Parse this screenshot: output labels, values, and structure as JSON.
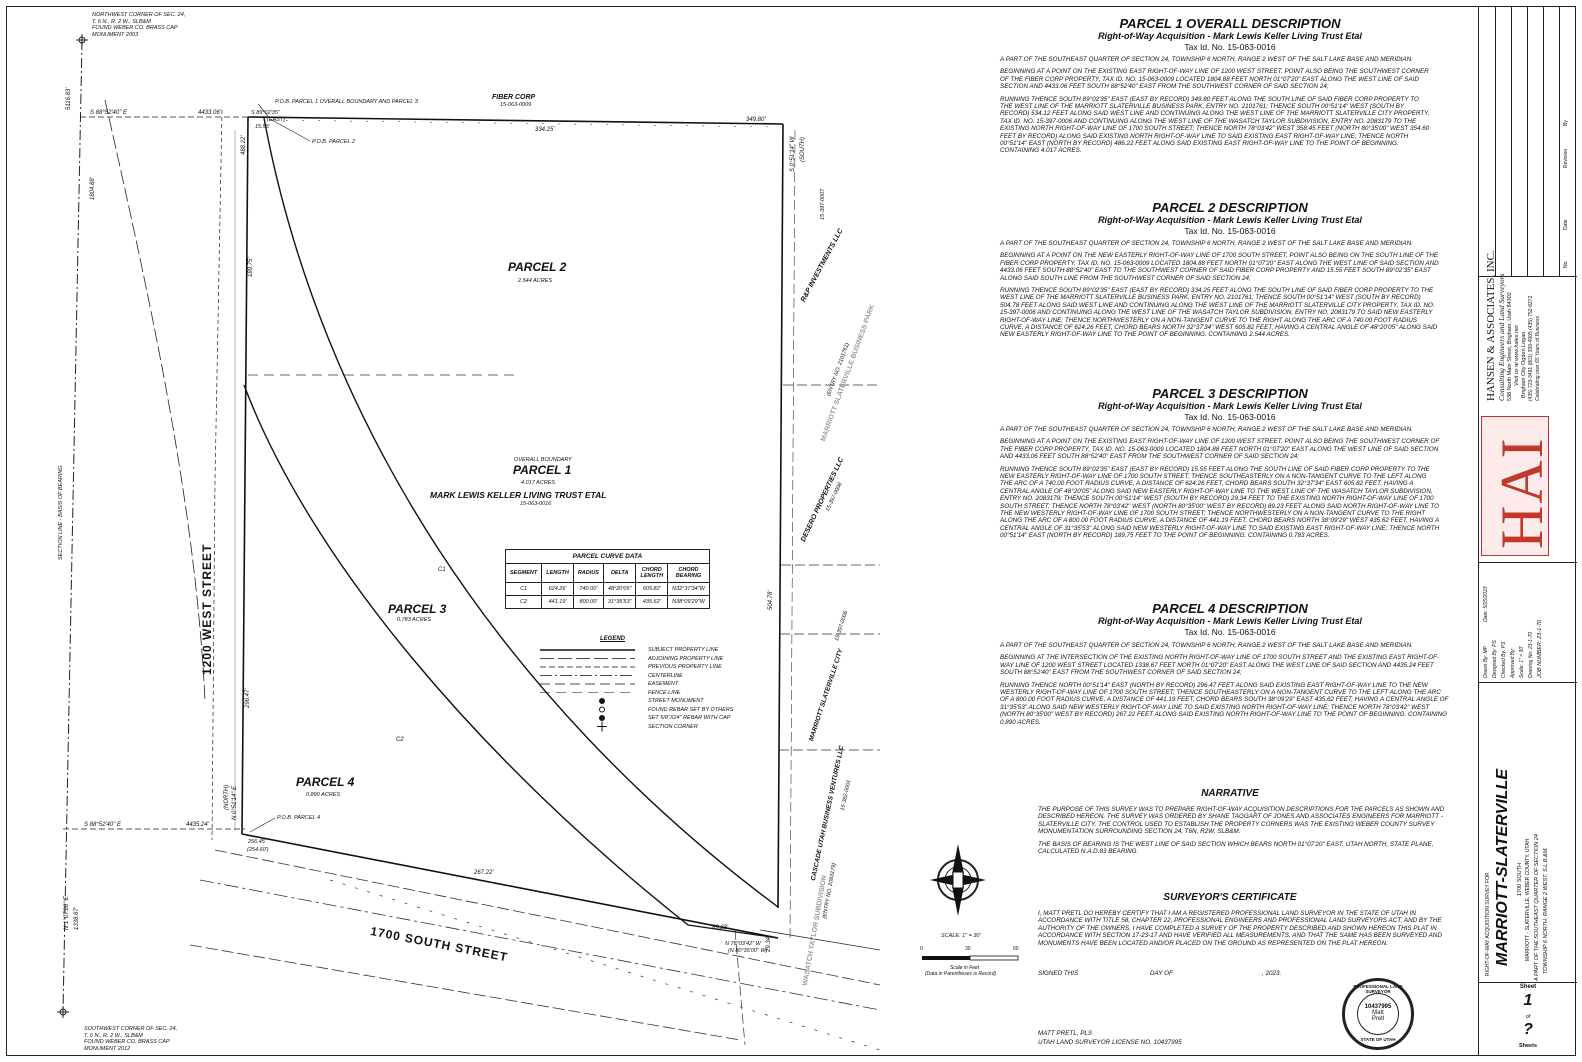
{
  "plat": {
    "nw_corner": [
      "NORTHWEST CORNER OF SEC. 24,",
      "T. 6 N., R. 2 W., SLB&M",
      "FOUND WEBER CO. BRASS CAP",
      "MONUMENT 2003"
    ],
    "sw_corner": [
      "SOUTHWEST CORNER OF SEC. 24,",
      "T. 6 N., R. 2 W., SLB&M",
      "FOUND WEBER CO. BRASS CAP",
      "MONUMENT 2012"
    ],
    "section_line": "SECTION LINE - BASIS OF BEARING",
    "dim_5116": "5116.83'",
    "dim_1804": "1804.88'",
    "dim_1338": "1338.67'",
    "bearing_sw": "N 1°07'20\" E",
    "bearing_top": "S 88°52'40\" E",
    "dim_4433": "4433.06'",
    "bearing_bottom": "S 88°52'40\" E",
    "dim_4435": "4435.24'",
    "pob1": "P.O.B. PARCEL 1 OVERALL BOUNDARY AND PARCEL 3",
    "bearing_pob": "S 89°02'35\"",
    "east": "(EAST)",
    "dim_15": "15.55'",
    "pob2": "P.O.B. PARCEL 2",
    "dim_334": "334.25'",
    "dim_349": "349.80'",
    "fiber_corp": "FIBER CORP",
    "fiber_id": "15-063-0009",
    "bearing_east": "S 0°51'14\" W",
    "south": "(SOUTH)",
    "dim_488": "488.22'",
    "dim_189": "189.75'",
    "dim_296": "296.47'",
    "north": "(NORTH)",
    "bearing_n": "N 0°51'14\" E",
    "pob4": "P.O.B. PARCEL 4",
    "dim_256": "256.45'",
    "dim_254": "(254.60')",
    "dim_267": "267.22'",
    "dim_89": "89.23'",
    "dim_29": "29.34'",
    "dim_504": "504.78'",
    "bearing_sse": "N 78°03'42\" W",
    "bearing_sse2": "(N 80°35'00\" W)",
    "street_1200": "1200 WEST STREET",
    "street_1700": "1700 SOUTH STREET",
    "parcel2": "PARCEL 2",
    "parcel2_acres": "2.544 ACRES",
    "overall": "OVERALL BOUNDARY",
    "parcel1": "PARCEL 1",
    "parcel1_acres": "4.017 ACRES",
    "owner": "MARK LEWIS KELLER LIVING TRUST ETAL",
    "owner_id": "15-063-0016",
    "parcel3": "PARCEL 3",
    "parcel3_acres": "0.783 ACRES",
    "parcel4": "PARCEL 4",
    "parcel4_acres": "0.890 ACRES",
    "c1": "C1",
    "c2": "C2",
    "adj_1": "R&P INVESTMENTS LLC",
    "adj_1_id": "15-397-0007",
    "adj_2": "MARRIOTT SLATERVILLE BUSINESS PARK",
    "adj_2b": "(ENTRY NO. 2101761)",
    "adj_3": "DESERO PROPERTIES LLC",
    "adj_3_id": "15-397-0008",
    "adj_4": "MARRIOTT SLATERVILLE CITY",
    "adj_4_id": "15-397-0006",
    "adj_5": "CASCADE UTAH BUSINESS VENTURES LLC",
    "adj_5_id": "15-382-0001",
    "adj_6": "WASATCH TAYLOR SUBDIVISION",
    "adj_6b": "(ENTRY NO. 2083179)"
  },
  "curve_table": {
    "title": "PARCEL CURVE DATA",
    "headers": [
      "SEGMENT",
      "LENGTH",
      "RADIUS",
      "DELTA",
      "CHORD LENGTH",
      "CHORD BEARING"
    ],
    "rows": [
      [
        "C1",
        "624.26'",
        "740.00'",
        "48°20'05\"",
        "605.82'",
        "N32°37'34\"W"
      ],
      [
        "C2",
        "441.19'",
        "800.00'",
        "31°35'53\"",
        "435.62'",
        "N38°09'29\"W"
      ]
    ]
  },
  "legend": {
    "title": "LEGEND",
    "items": [
      "SUBJECT PROPERTY LINE",
      "ADJOINING PROPERTY LINE",
      "PREVIOUS PROPERTY LINE",
      "CENTERLINE",
      "EASEMENT",
      "FENCE LINE",
      "STREET MONUMENT",
      "FOUND REBAR SET BY OTHERS",
      "SET 5/8\"X24\" REBAR WITH CAP",
      "SECTION CORNER"
    ]
  },
  "scale": {
    "label": "SCALE: 1\" = 30'",
    "ticks": [
      "0",
      "30",
      "60"
    ],
    "note1": "Scale in Feet",
    "note2": "(Data in Parentheses is Record)"
  },
  "parcel1": {
    "title": "PARCEL 1 OVERALL DESCRIPTION",
    "subtitle": "Right-of-Way Acquisition - Mark Lewis Keller Living Trust Etal",
    "taxid": "Tax Id. No. 15-063-0016",
    "p1": "A PART OF THE SOUTHEAST QUARTER OF SECTION 24, TOWNSHIP 6 NORTH, RANGE 2 WEST OF THE SALT LAKE BASE AND MERIDIAN.",
    "p2": "BEGINNING AT A POINT ON THE EXISTING EAST RIGHT-OF-WAY LINE OF 1200 WEST STREET, POINT ALSO BEING THE SOUTHWEST CORNER OF THE FIBER CORP PROPERTY, TAX ID. NO. 15-063-0009 LOCATED 1804.88 FEET NORTH 01°07'20\" EAST ALONG THE WEST LINE OF SAID SECTION AND 4433.06 FEET SOUTH 88°52'40\" EAST FROM THE SOUTHWEST CORNER OF SAID SECTION 24;",
    "p3": "RUNNING THENCE SOUTH 89°02'35\" EAST (EAST BY RECORD) 349.80 FEET ALONG THE SOUTH LINE OF SAID FIBER CORP PROPERTY TO THE WEST LINE OF THE MARRIOTT SLATERVILLE BUSINESS PARK, ENTRY NO. 2101761; THENCE SOUTH 00°51'14\" WEST (SOUTH BY RECORD) 534.12 FEET ALONG SAID WEST LINE AND CONTINUING ALONG THE WEST LINE OF THE MARRIOTT SLATERVILLE CITY PROPERTY, TAX ID. NO. 15-397-0006 AND CONTINUING ALONG THE WEST LINE OF THE WASATCH TAYLOR SUBDIVISION, ENTRY NO. 2083179 TO THE EXISTING NORTH RIGHT-OF-WAY LINE OF 1700 SOUTH STREET; THENCE NORTH 78°03'42\" WEST 358.45 FEET (NORTH 80°35'00\" WEST 354.60 FEET BY RECORD) ALONG SAID EXISTING NORTH RIGHT-OF-WAY LINE TO SAID EXISTING EAST RIGHT-OF-WAY LINE; THENCE NORTH 00°51'14\" EAST (NORTH BY RECORD) 486.22 FEET ALONG SAID EXISTING EAST RIGHT-OF-WAY LINE TO THE POINT OF BEGINNING. CONTAINING 4.017 ACRES."
  },
  "parcel2": {
    "title": "PARCEL 2 DESCRIPTION",
    "subtitle": "Right-of-Way Acquisition - Mark Lewis Keller Living Trust Etal",
    "taxid": "Tax Id. No. 15-063-0016",
    "p1": "A PART OF THE SOUTHEAST QUARTER OF SECTION 24, TOWNSHIP 6 NORTH, RANGE 2 WEST OF THE SALT LAKE BASE AND MERIDIAN.",
    "p2": "BEGINNING AT A POINT ON THE NEW EASTERLY RIGHT-OF-WAY LINE OF 1700 SOUTH STREET, POINT ALSO BEING ON THE SOUTH LINE OF THE FIBER CORP PROPERTY, TAX ID. NO. 15-063-0009 LOCATED 1804.88 FEET NORTH 01°07'20\" EAST ALONG THE WEST LINE OF SAID SECTION AND 4433.06 FEET SOUTH 88°52'40\" EAST TO THE SOUTHWEST CORNER OF SAID FIBER CORP PROPERTY AND 15.55 FEET SOUTH 89°02'35\" EAST ALONG SAID SOUTH LINE FROM THE SOUTHWEST CORNER OF SAID SECTION 24;",
    "p3": "RUNNING THENCE SOUTH 89°02'35\" EAST (EAST BY RECORD) 334.25 FEET ALONG THE SOUTH LINE OF SAID FIBER CORP PROPERTY TO THE WEST LINE OF THE MARRIOTT SLATERVILLE BUSINESS PARK, ENTRY NO. 2101761; THENCE SOUTH 00°51'14\" WEST (SOUTH BY RECORD) 504.78 FEET ALONG SAID WEST LINE AND CONTINUING ALONG THE WEST LINE OF THE MARRIOTT SLATERVILLE CITY PROPERTY, TAX ID. NO. 15-397-0006 AND CONTINUING ALONG THE WEST LINE OF THE WASATCH TAYLOR SUBDIVISION, ENTRY NO. 2083179 TO SAID NEW EASTERLY RIGHT-OF-WAY LINE; THENCE NORTHWESTERLY ON A NON-TANGENT CURVE TO THE RIGHT ALONG THE ARC OF A 740.00 FOOT RADIUS CURVE, A DISTANCE OF 624.26 FEET, CHORD BEARS NORTH 32°37'34\" WEST 605.82 FEET, HAVING A CENTRAL ANGLE OF 48°20'05\" ALONG SAID NEW EASTERLY RIGHT-OF-WAY LINE TO THE POINT OF BEGINNING. CONTAINING 2.544 ACRES."
  },
  "parcel3": {
    "title": "PARCEL 3 DESCRIPTION",
    "subtitle": "Right-of-Way Acquisition - Mark Lewis Keller Living Trust Etal",
    "taxid": "Tax Id. No. 15-063-0016",
    "p1": "A PART OF THE SOUTHEAST QUARTER OF SECTION 24, TOWNSHIP 6 NORTH, RANGE 2 WEST OF THE SALT LAKE BASE AND MERIDIAN.",
    "p2": "BEGINNING AT A POINT ON THE EXISTING EAST RIGHT-OF-WAY LINE OF 1200 WEST STREET, POINT ALSO BEING THE SOUTHWEST CORNER OF THE FIBER CORP PROPERTY, TAX ID. NO. 15-063-0009 LOCATED 1804.88 FEET NORTH 01°07'20\" EAST ALONG THE WEST LINE OF SAID SECTION AND 4433.06 FEET SOUTH 88°52'40\" EAST FROM THE SOUTHWEST CORNER OF SAID SECTION 24;",
    "p3": "RUNNING THENCE SOUTH 89°02'35\" EAST (EAST BY RECORD) 15.55 FEET ALONG THE SOUTH LINE OF SAID FIBER CORP PROPERTY TO THE NEW EASTERLY RIGHT-OF-WAY LINE OF 1700 SOUTH STREET; THENCE SOUTHEASTERLY ON A NON-TANGENT CURVE TO THE LEFT ALONG THE ARC OF A 740.00 FOOT RADIUS CURVE, A DISTANCE OF 624.26 FEET, CHORD BEARS SOUTH 32°37'34\" EAST 605.82 FEET, HAVING A CENTRAL ANGLE OF 48°20'05\" ALONG SAID NEW EASTERLY RIGHT-OF-WAY LINE TO THE WEST LINE OF THE WASATCH TAYLOR SUBDIVISION, ENTRY NO. 2083179; THENCE SOUTH 00°51'14\" WEST (SOUTH BY RECORD) 29.34 FEET TO THE EXISTING NORTH RIGHT-OF-WAY LINE OF 1700 SOUTH STREET; THENCE NORTH 78°03'42\" WEST (NORTH 80°35'00\" WEST BY RECORD) 89.23 FEET ALONG SAID NORTH RIGHT-OF-WAY LINE TO THE NEW WESTERLY RIGHT-OF-WAY LINE OF 1700 SOUTH STREET; THENCE NORTHWESTERLY ON A NON-TANGENT CURVE TO THE RIGHT ALONG THE ARC OF A 800.00 FOOT RADIUS CURVE, A DISTANCE OF 441.19 FEET, CHORD BEARS NORTH 38°09'29\" WEST 435.62 FEET, HAVING A CENTRAL ANGLE OF 31°35'53\" ALONG SAID NEW WESTERLY RIGHT-OF-WAY LINE TO SAID EXISTING EAST RIGHT-OF-WAY LINE; THENCE NORTH 00°51'14\" EAST (NORTH BY RECORD) 189.75 FEET TO THE POINT OF BEGINNING. CONTAINING 0.783 ACRES."
  },
  "parcel4": {
    "title": "PARCEL 4 DESCRIPTION",
    "subtitle": "Right-of-Way Acquisition - Mark Lewis Keller Living Trust Etal",
    "taxid": "Tax Id. No. 15-063-0016",
    "p1": "A PART OF THE SOUTHEAST QUARTER OF SECTION 24, TOWNSHIP 6 NORTH, RANGE 2 WEST OF THE SALT LAKE BASE AND MERIDIAN.",
    "p2": "BEGINNING AT THE INTERSECTION OF THE EXISTING NORTH RIGHT-OF-WAY LINE OF 1700 SOUTH STREET AND THE EXISTING EAST RIGHT-OF-WAY LINE OF 1200 WEST STREET LOCATED 1338.67 FEET NORTH 01°07'20\" EAST ALONG THE WEST LINE OF SAID SECTION AND 4435.24 FEET SOUTH 88°52'40\" EAST FROM THE SOUTHWEST CORNER OF SAID SECTION 24;",
    "p3": "RUNNING THENCE NORTH 00°51'14\" EAST (NORTH BY RECORD) 296.47 FEET ALONG SAID EXISTING EAST RIGHT-OF-WAY LINE TO THE NEW WESTERLY RIGHT-OF-WAY LINE OF 1700 SOUTH STREET; THENCE SOUTHEASTERLY ON A NON-TANGENT CURVE TO THE LEFT ALONG THE ARC OF A 800.00 FOOT RADIUS CURVE, A DISTANCE OF 441.19 FEET, CHORD BEARS SOUTH 38°09'29\" EAST 435.62 FEET, HAVING A CENTRAL ANGLE OF 31°35'53\" ALONG SAID NEW WESTERLY RIGHT-OF-WAY LINE TO SAID EXISTING NORTH RIGHT-OF-WAY LINE; THENCE NORTH 78°03'42\" WEST (NORTH 80°35'00\" WEST BY RECORD) 267.22 FEET ALONG SAID EXISTING NORTH RIGHT-OF-WAY LINE TO THE POINT OF BEGINNING. CONTAINING 0.890 ACRES."
  },
  "narrative": {
    "title": "NARRATIVE",
    "p1": "THE PURPOSE OF THIS SURVEY WAS TO PREPARE RIGHT-OF-WAY ACQUISITION DESCRIPTIONS FOR THE PARCELS AS SHOWN AND DESCRIBED HEREON. THE SURVEY WAS ORDERED BY SHANE TAGGART OF JONES AND ASSOCIATES ENGINEERS FOR MARRIOTT - SLATERVILLE CITY. THE CONTROL USED TO ESTABLISH THE PROPERTY CORNERS WAS THE EXISTING WEBER COUNTY SURVEY MONUMENTATION SURROUNDING SECTION 24, T6N, R2W, SLB&M.",
    "p2": "THE BASIS OF BEARING IS THE WEST LINE OF SAID SECTION WHICH BEARS NORTH 01°07'20\" EAST, UTAH NORTH, STATE PLANE, CALCULATED N.A.D.83 BEARING."
  },
  "certificate": {
    "title": "SURVEYOR'S CERTIFICATE",
    "p1": "I, MATT PRETL DO HEREBY CERTIFY THAT I AM A REGISTERED PROFESSIONAL LAND SURVEYOR IN THE STATE OF UTAH IN ACCORDANCE WITH TITLE 58, CHAPTER 22, PROFESSIONAL ENGINEERS AND PROFESSIONAL LAND SURVEYORS ACT; AND BY THE AUTHORITY OF THE OWNERS, I HAVE COMPLETED A SURVEY OF THE PROPERTY DESCRIBED AND SHOWN HEREON THIS PLAT IN ACCORDANCE WITH SECTION 17-23-17 AND HAVE VERIFIED ALL MEASUREMENTS, AND THAT THE SAME HAS BEEN SURVEYED AND MONUMENTS HAVE BEEN LOCATED AND/OR PLACED ON THE GROUND AS REPRESENTED ON THE PLAT HEREON.",
    "signed": "SIGNED THIS",
    "dayof": "DAY OF",
    "year": ", 2023.",
    "name": "MATT PRETL, PLS",
    "license": "UTAH LAND SURVEYOR LICENSE NO. 10437995",
    "seal_top": "PROFESSIONAL LAND SURVEYOR",
    "seal_num": "10437995",
    "seal_name1": "Matt",
    "seal_name2": "Pretl",
    "seal_bottom": "STATE OF UTAH"
  },
  "titleblock": {
    "col_revision": "Revision",
    "col_date": "Date",
    "col_no": "No.",
    "col_by": "By",
    "firm": "HANSEN & ASSOCIATES, INC.",
    "firm2": "Consulting Engineers and Land Surveyors",
    "addr": "538 North Main Street, Brigham, Utah 84302",
    "web": "Visit us at www.haies.net",
    "phones": "Brigham City   Ogden   Logan",
    "phones2": "(435) 723-3491  (801) 399-4905  (435) 752-8272",
    "celebrating": "Celebrating over 65 Years of Business",
    "logo": "HAI",
    "drawn": "Drawn By: MP",
    "date": "Date: 5/25/2023",
    "designed": "Designed By: PS",
    "checked": "Checked By: PS",
    "approved": "Approved By:",
    "scale": "Scale: 1\" = 30'",
    "drawing": "Drawing No. 23-1-70",
    "job": "JOB NUMBER: 23-1-70",
    "survey_for": "RIGHT-OF-WAY ACQUISITION SURVEY FOR",
    "project": "MARRIOTT-SLATERVILLE",
    "street": "1700 SOUTH",
    "location": "MARRIOTT - SLATERVILLE, WEBER COUNTY, UTAH",
    "legal1": "A PART OF THE SOUTHEAST QUARTER OF SECTION 24",
    "legal2": "TOWNSHIP 6 NORTH, RANGE 2 WEST, S.L.B.&M.",
    "sheet": "Sheet",
    "sheet_no": "1",
    "of": "of",
    "total": "?",
    "sheets": "Sheets"
  }
}
